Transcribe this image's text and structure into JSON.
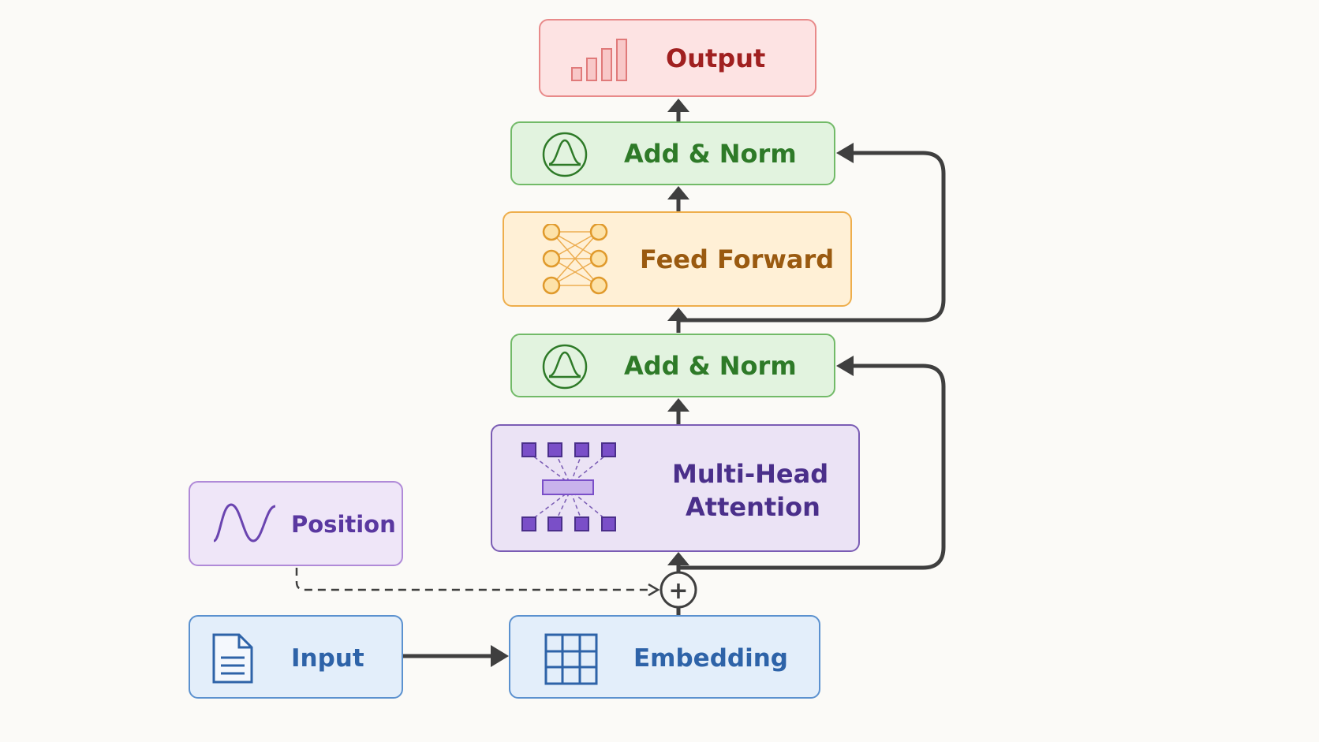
{
  "blocks": {
    "output": {
      "label": "Output",
      "fill": "#fde3e3",
      "stroke": "#e88a8a",
      "text_color": "#a02020"
    },
    "add_norm_top": {
      "label": "Add & Norm",
      "fill": "#e2f3df",
      "stroke": "#72ba68",
      "text_color": "#2e7a28"
    },
    "feed_forward": {
      "label": "Feed Forward",
      "fill": "#fff0d6",
      "stroke": "#eeae4c",
      "text_color": "#9a5a10"
    },
    "add_norm_bottom": {
      "label": "Add & Norm",
      "fill": "#e2f3df",
      "stroke": "#72ba68",
      "text_color": "#2e7a28"
    },
    "attention": {
      "label_line1": "Multi-Head",
      "label_line2": "Attention",
      "fill": "#ebe3f5",
      "stroke": "#7a5cb4",
      "text_color": "#4a2f8a"
    },
    "position": {
      "label": "Position",
      "fill": "#efe6f8",
      "stroke": "#b08ad8",
      "text_color": "#5a38a0"
    },
    "input": {
      "label": "Input",
      "fill": "#e3eefa",
      "stroke": "#5b91cf",
      "text_color": "#2e63a8"
    },
    "embedding": {
      "label": "Embedding",
      "fill": "#e3eefa",
      "stroke": "#5b91cf",
      "text_color": "#2e63a8"
    }
  },
  "icons": {
    "output": "bar-chart-icon",
    "add_norm": "gaussian-curve-icon",
    "feed_forward": "neural-network-icon",
    "attention": "attention-heads-icon",
    "position": "sine-wave-icon",
    "input": "document-icon",
    "embedding": "grid-table-icon"
  },
  "connector_color": "#3f3f3f",
  "add_symbol": "+"
}
